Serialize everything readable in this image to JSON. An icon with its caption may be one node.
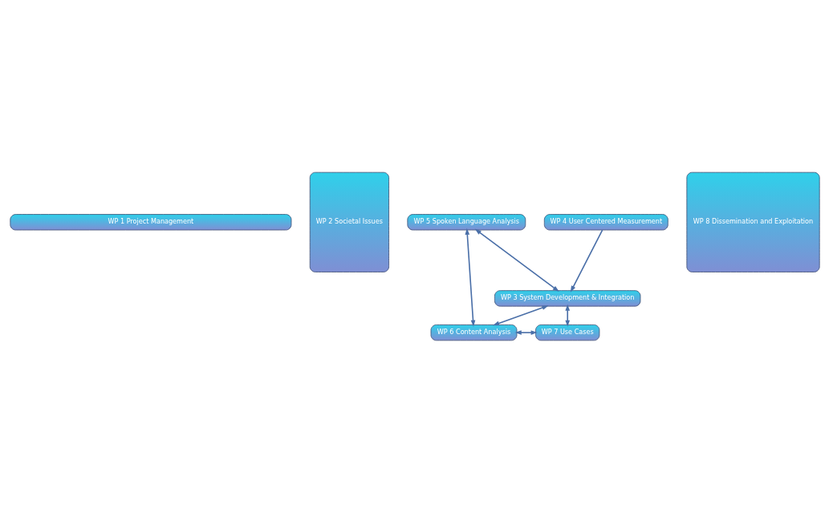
{
  "diagram": {
    "nodes": [
      {
        "text": [
          "WP 1 Project Management"
        ]
      },
      {
        "text": [
          "WP 2 Societal Issues"
        ]
      },
      {
        "text": [
          "WP 5 Spoken Language Analysis"
        ]
      },
      {
        "text": [
          "WP 4 User Centered Measurement"
        ]
      },
      {
        "text": [
          "WP 8 Dissemination and Exploitation"
        ]
      },
      {
        "text": [
          "WP 3 System Development & Integration"
        ]
      },
      {
        "text": [
          "WP 6 Content Analysis"
        ]
      },
      {
        "text": [
          "WP 7 Use Cases"
        ]
      }
    ],
    "edges": [
      {
        "from": 2,
        "to": 5,
        "arrow": "both"
      },
      {
        "from": 3,
        "to": 5,
        "arrow": "to"
      },
      {
        "from": 2,
        "to": 6,
        "arrow": "both"
      },
      {
        "from": 6,
        "to": 5,
        "arrow": "both"
      },
      {
        "from": 5,
        "to": 7,
        "arrow": "both"
      },
      {
        "from": 6,
        "to": 7,
        "arrow": "both"
      }
    ]
  }
}
